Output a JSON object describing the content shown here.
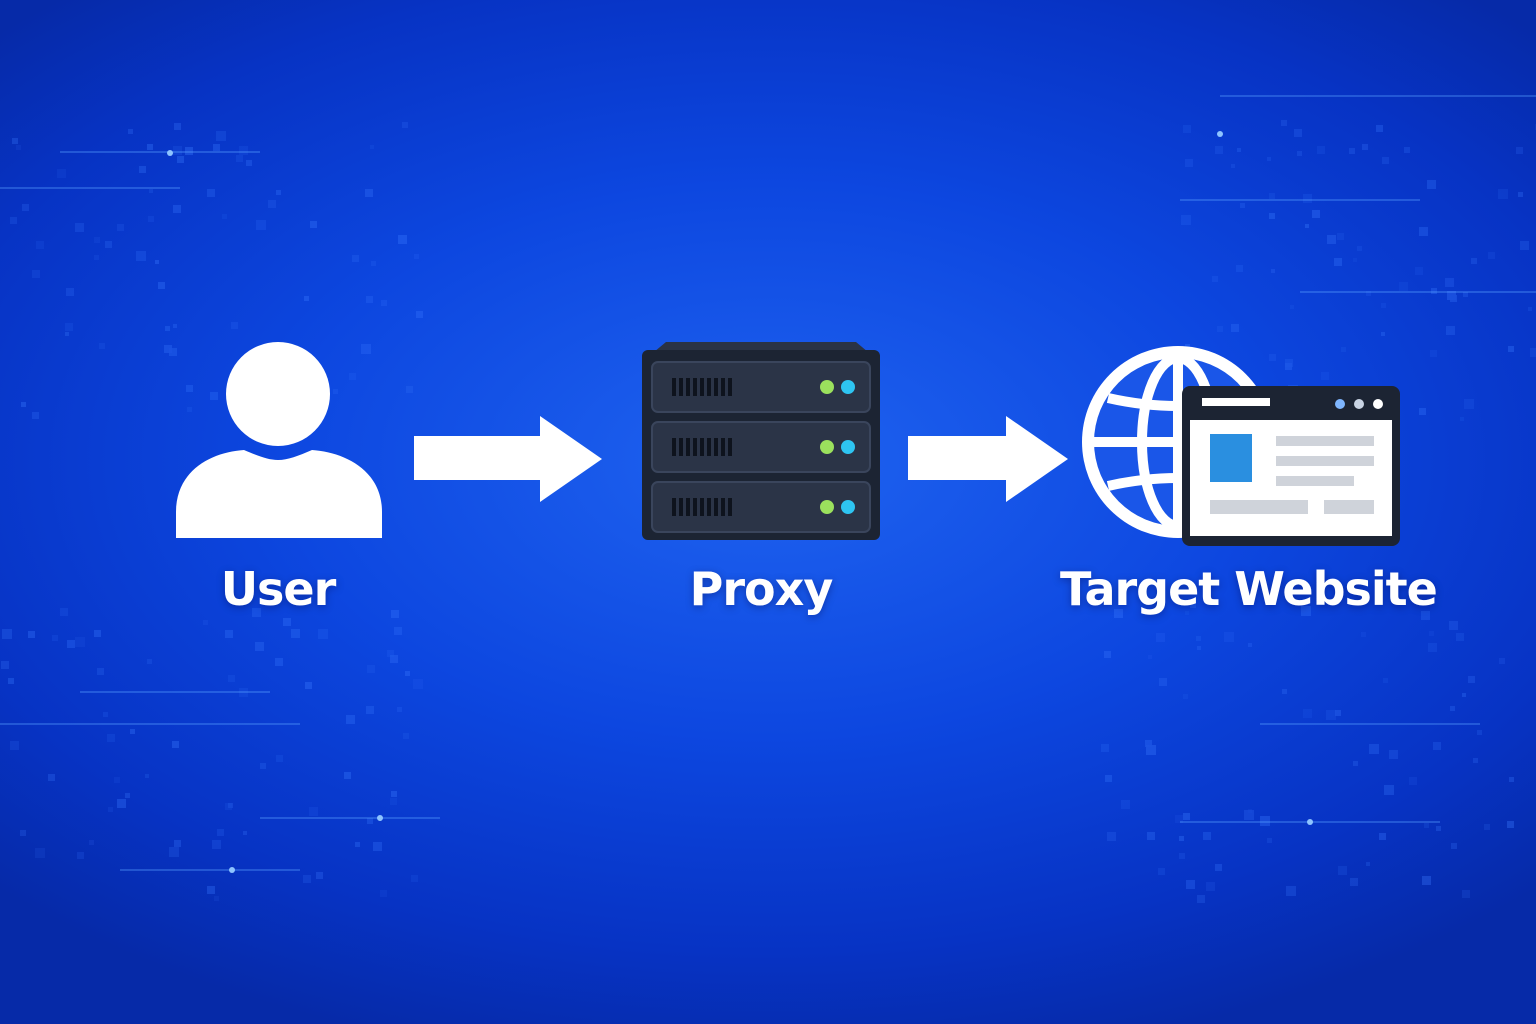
{
  "nodes": [
    {
      "id": "user",
      "label": "User",
      "icon": "user-icon"
    },
    {
      "id": "proxy",
      "label": "Proxy",
      "icon": "server-stack-icon"
    },
    {
      "id": "target",
      "label": "Target Website",
      "icon": "globe-browser-icon"
    }
  ],
  "edges": [
    {
      "from": "user",
      "to": "proxy",
      "icon": "arrow-right-icon"
    },
    {
      "from": "proxy",
      "to": "target",
      "icon": "arrow-right-icon"
    }
  ],
  "colors": {
    "background": "#0d47e0",
    "icon_white": "#ffffff",
    "server_body": "#1c2433",
    "led_green": "#9be15d",
    "led_cyan": "#2ec5f2",
    "globe_blue": "#1a56e8",
    "browser_panel": "#2a8fe0"
  }
}
